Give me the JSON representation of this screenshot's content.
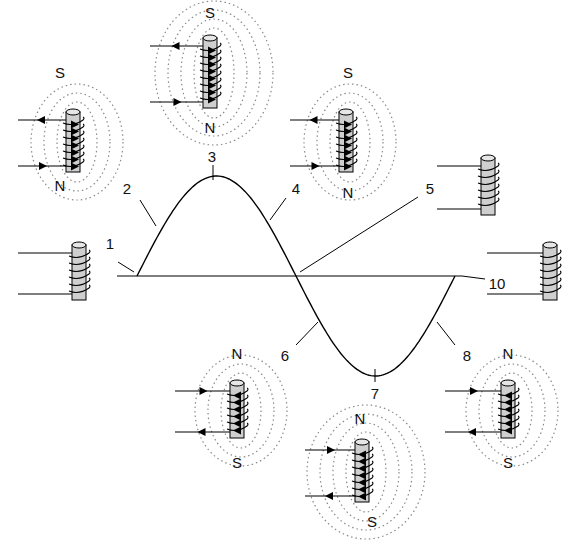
{
  "diagram": {
    "labels": [
      "1",
      "2",
      "S",
      "N",
      "3",
      "S",
      "N",
      "4",
      "S",
      "N",
      "5",
      "6",
      "N",
      "S",
      "7",
      "N",
      "S",
      "8",
      "N",
      "S",
      "10"
    ]
  }
}
